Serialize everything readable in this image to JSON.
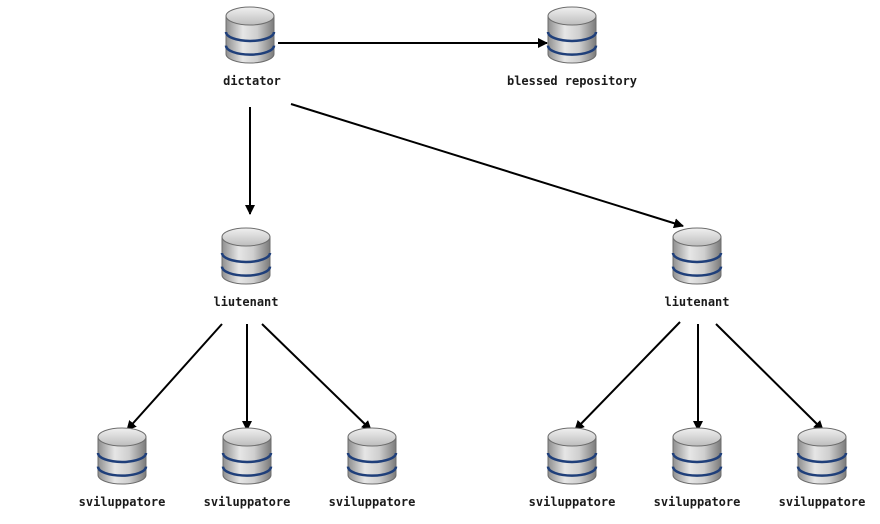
{
  "diagram": {
    "nodes": {
      "dictator": {
        "label": "dictator",
        "icon": "database-icon"
      },
      "blessed": {
        "label": "blessed repository",
        "icon": "database-icon"
      },
      "lieutenant_left": {
        "label": "liutenant",
        "icon": "database-icon"
      },
      "lieutenant_right": {
        "label": "liutenant",
        "icon": "database-icon"
      },
      "dev_1": {
        "label": "sviluppatore",
        "icon": "database-icon"
      },
      "dev_2": {
        "label": "sviluppatore",
        "icon": "database-icon"
      },
      "dev_3": {
        "label": "sviluppatore",
        "icon": "database-icon"
      },
      "dev_4": {
        "label": "sviluppatore",
        "icon": "database-icon"
      },
      "dev_5": {
        "label": "sviluppatore",
        "icon": "database-icon"
      },
      "dev_6": {
        "label": "sviluppatore",
        "icon": "database-icon"
      }
    },
    "edges": [
      {
        "from": "dictator",
        "to": "blessed"
      },
      {
        "from": "dictator",
        "to": "lieutenant_left"
      },
      {
        "from": "dictator",
        "to": "lieutenant_right"
      },
      {
        "from": "lieutenant_left",
        "to": "dev_1"
      },
      {
        "from": "lieutenant_left",
        "to": "dev_2"
      },
      {
        "from": "lieutenant_left",
        "to": "dev_3"
      },
      {
        "from": "lieutenant_right",
        "to": "dev_4"
      },
      {
        "from": "lieutenant_right",
        "to": "dev_5"
      },
      {
        "from": "lieutenant_right",
        "to": "dev_6"
      }
    ],
    "colors": {
      "cylinder_fill": "#c4c4c4",
      "cylinder_top": "#d9d9d9",
      "cylinder_outline": "#6e6e6e",
      "band": "#1f3f7a",
      "arrow": "#000000"
    }
  }
}
